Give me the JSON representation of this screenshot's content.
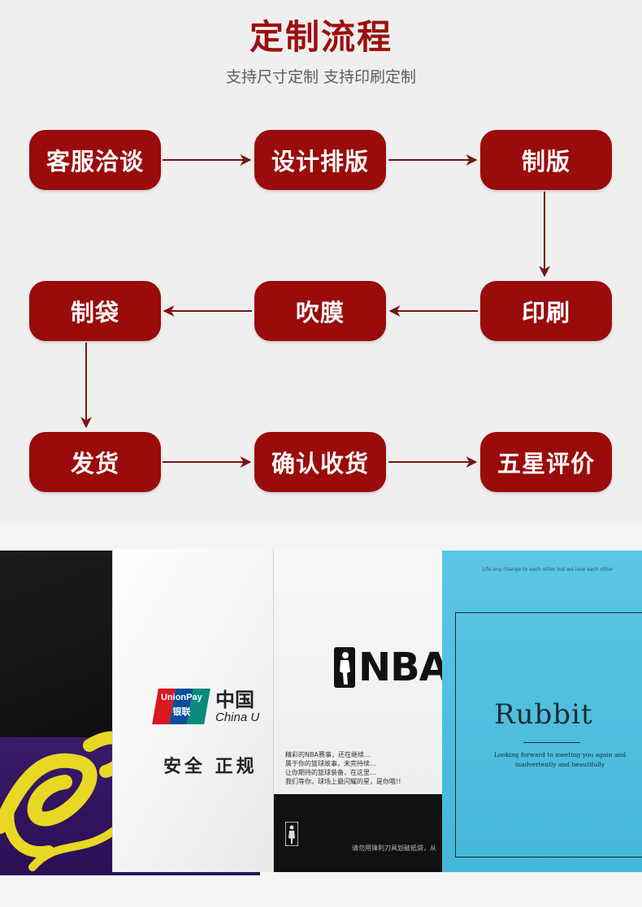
{
  "header": {
    "title": "定制流程",
    "subtitle": "支持尺寸定制 支持印刷定制"
  },
  "steps": [
    "客服洽谈",
    "设计排版",
    "制版",
    "印刷",
    "吹膜",
    "制袋",
    "发货",
    "确认收货",
    "五星评价"
  ],
  "colors": {
    "accent": "#9a0b0b",
    "title": "#9c0f0f",
    "arrow": "#7a1212"
  },
  "samples": {
    "bag_2": {
      "logo_top": "UnionPay",
      "logo_bottom": "银联",
      "brand_cn": "中国",
      "brand_en": "China U",
      "slogan": "安全 正规"
    },
    "bag_3": {
      "brand": "NBA",
      "lines": [
        "精彩的NBA赛事，还在继续…",
        "属于你的篮球故事，未完待续…",
        "让你期待的篮球装备，在这里…",
        "我们等你，球场上最闪耀的星，是你哦!!"
      ],
      "footer": "请勿用锋利刀具划破纸袋，从"
    },
    "bag_4": {
      "top_note": "Life any change to each other but we love each other",
      "brand": "Rubbit",
      "tagline": "Looking forward to meeting you again and inadvertently and beautifully"
    }
  }
}
